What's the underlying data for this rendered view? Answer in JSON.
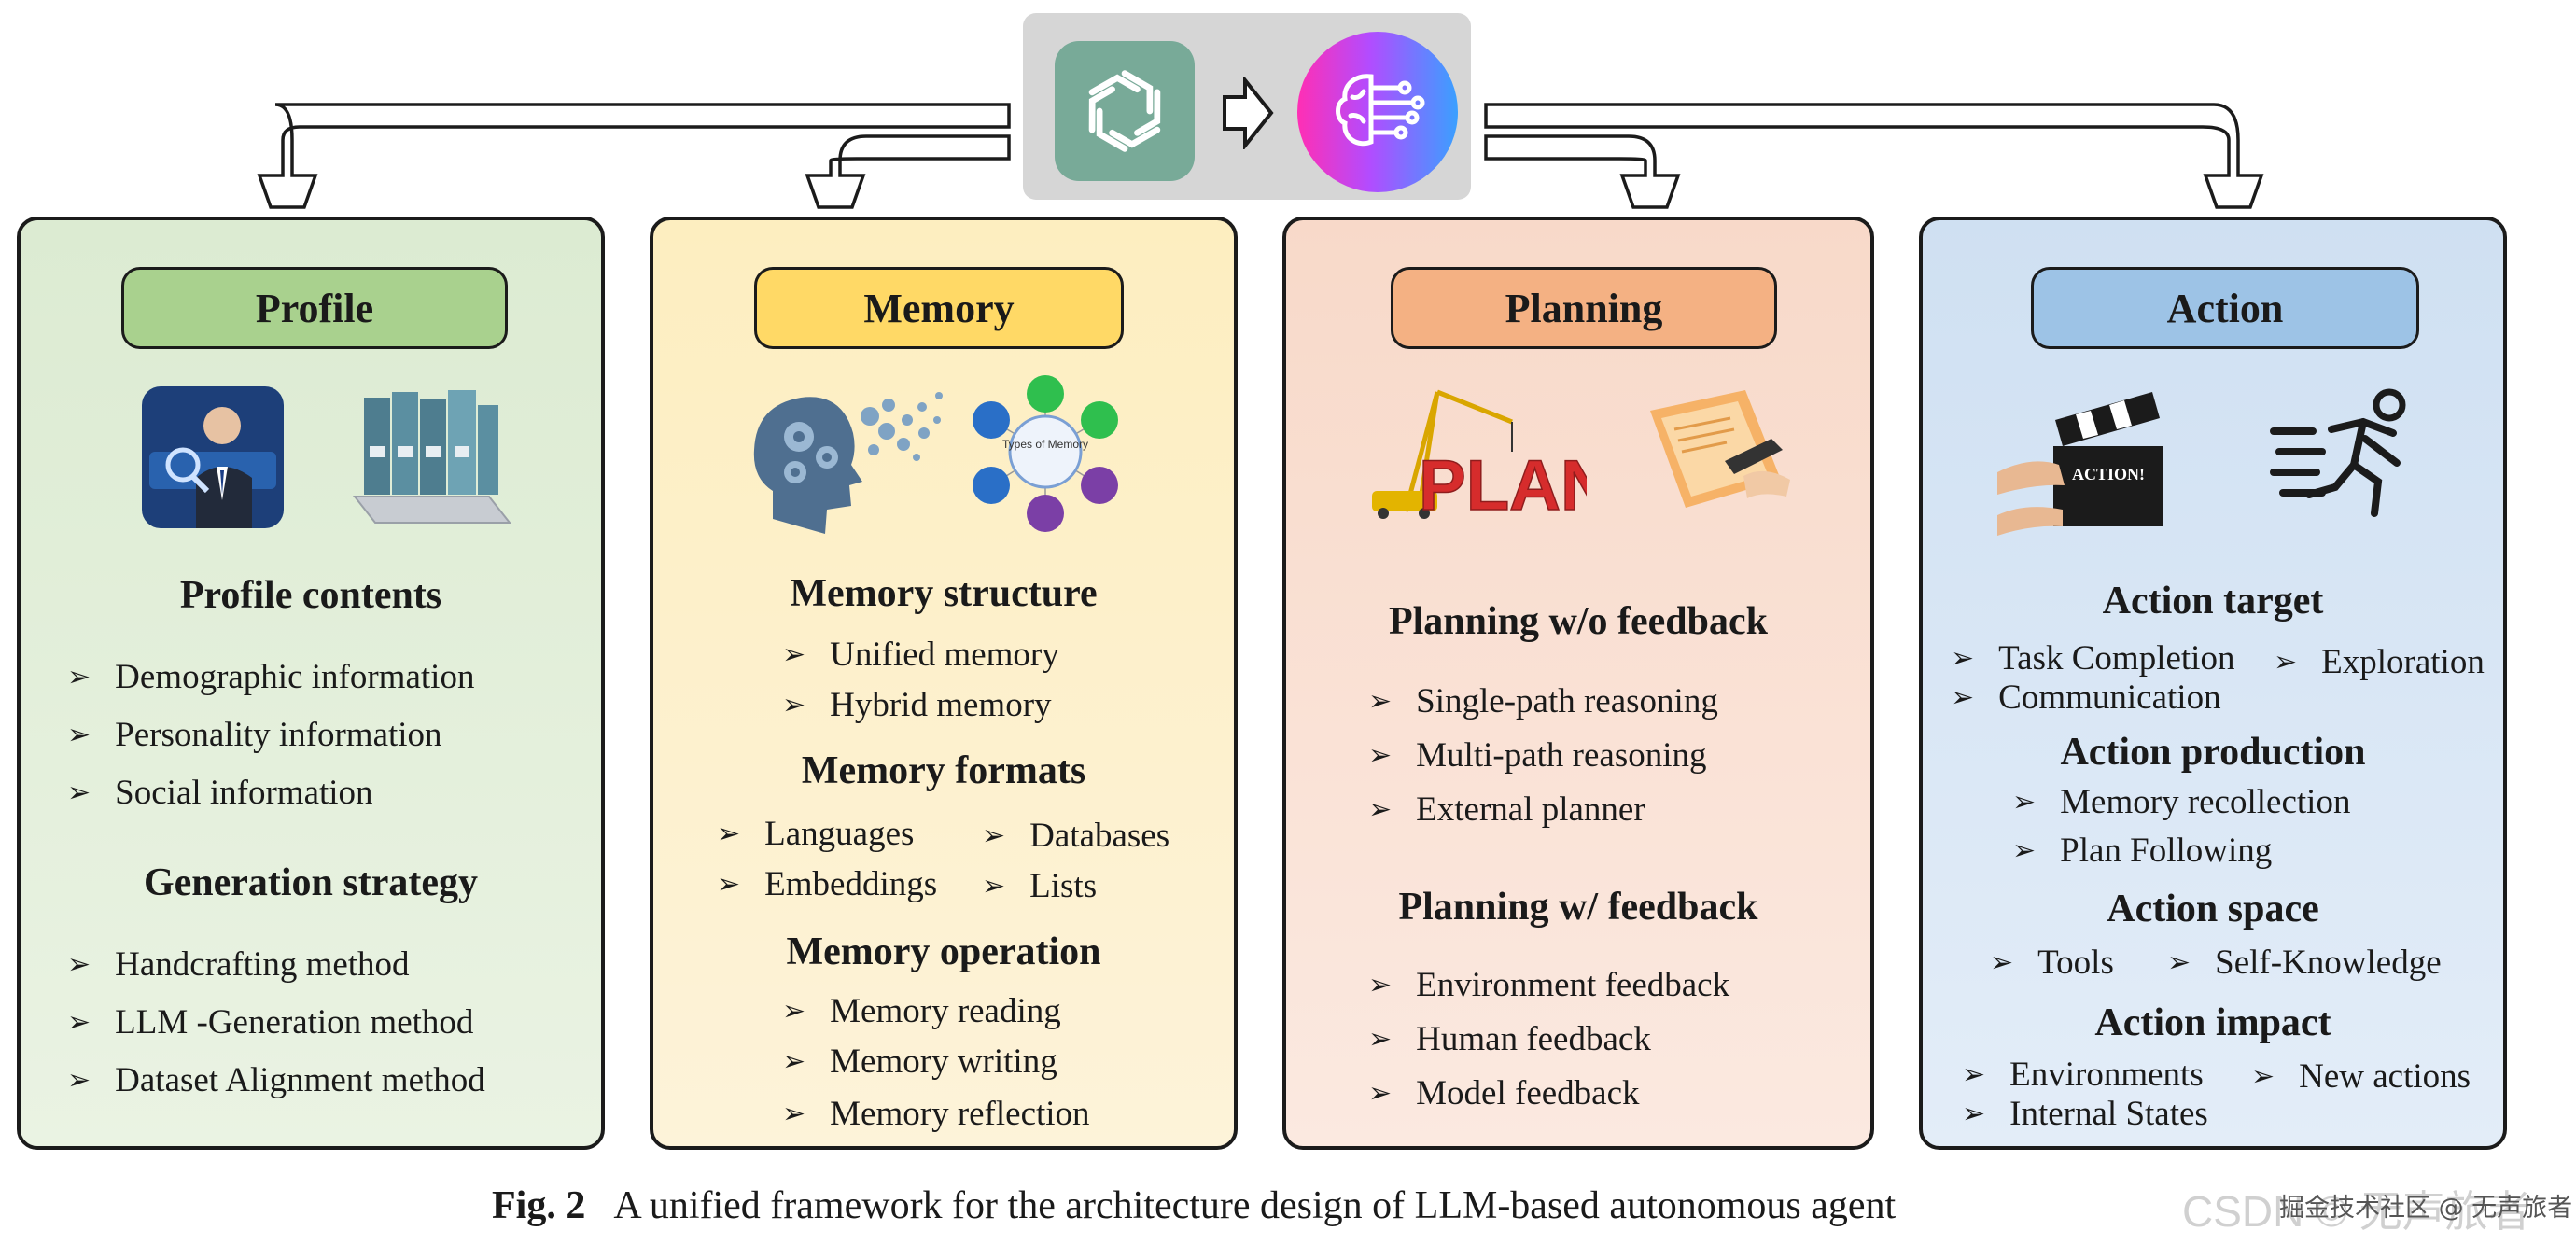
{
  "colors": {
    "profile_pill": "#a9d18e",
    "memory_pill": "#ffd966",
    "planning_pill": "#f4b183",
    "action_pill": "#9dc3e6"
  },
  "icons": [
    "openai-logo-icon",
    "ai-brain-icon",
    "arrow-right-icon",
    "businessman-icon",
    "file-folders-icon",
    "head-gears-icon",
    "memory-types-icon",
    "plan-crane-icon",
    "plan-paper-icon",
    "clapperboard-icon",
    "running-man-icon"
  ],
  "memory_types_label": "Types of Memory",
  "plan_word": "PLAN",
  "clapper_text": "ACTION!",
  "profile": {
    "title": "Profile",
    "contents_heading": "Profile contents",
    "contents": [
      "Demographic information",
      "Personality information",
      "Social information"
    ],
    "strategy_heading": "Generation strategy",
    "strategy": [
      "Handcrafting method",
      "LLM -Generation method",
      "Dataset Alignment method"
    ]
  },
  "memory": {
    "title": "Memory",
    "structure_heading": "Memory structure",
    "structure": [
      "Unified memory",
      "Hybrid memory"
    ],
    "formats_heading": "Memory formats",
    "formats": [
      "Languages",
      "Databases",
      "Embeddings",
      "Lists"
    ],
    "operation_heading": "Memory operation",
    "operation": [
      "Memory reading",
      "Memory writing",
      "Memory reflection"
    ]
  },
  "planning": {
    "title": "Planning",
    "wo_heading": "Planning w/o feedback",
    "wo": [
      "Single-path reasoning",
      "Multi-path reasoning",
      "External planner"
    ],
    "w_heading": "Planning w/ feedback",
    "w": [
      "Environment feedback",
      "Human feedback",
      "Model feedback"
    ]
  },
  "action": {
    "title": "Action",
    "target_heading": "Action target",
    "target": [
      "Task Completion",
      "Exploration",
      "Communication"
    ],
    "production_heading": "Action production",
    "production": [
      "Memory recollection",
      "Plan Following"
    ],
    "space_heading": "Action space",
    "space": [
      "Tools",
      "Self-Knowledge"
    ],
    "impact_heading": "Action impact",
    "impact": [
      "Environments",
      "New actions",
      "Internal States"
    ]
  },
  "caption": {
    "label": "Fig. 2",
    "text": "A unified framework for the architecture design of LLM-based autonomous agent"
  },
  "watermark": "CSDN © 无声旅者",
  "watermark2": "掘金技术社区 @ 无声旅者"
}
